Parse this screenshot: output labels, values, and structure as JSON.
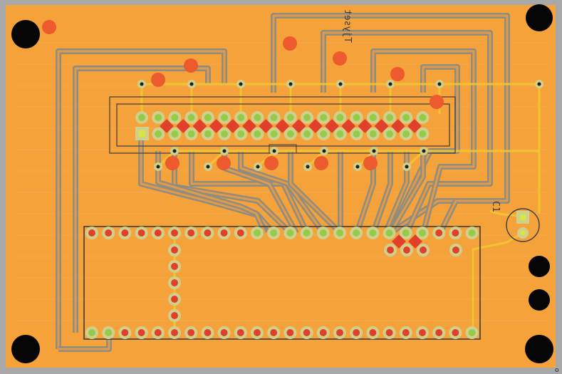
{
  "board": {
    "colors": {
      "background": "#ffffff",
      "frame": "#a8a8a8",
      "copper_pour": "#f6a23a",
      "trace_outline": "#8f8d7f",
      "trace_fill": "#e09a4a",
      "signal_trace": "#f2c52f",
      "pad_ring": "#d0cf8c",
      "pad_center_green": "#93cc4a",
      "pad_center_red": "#e0402a",
      "via_center": "#d4e840",
      "drill_hole": "#ec5a2d",
      "mounting_hole": "#050505",
      "outline": "#3c3c3c"
    },
    "labels": {
      "silkscreen_text": "Tjyset",
      "capacitor_ref": "C1",
      "corner_mark": "o"
    },
    "icons": [
      "mounting-hole-icon",
      "drill-hole-icon",
      "pad-icon",
      "via-icon"
    ]
  }
}
